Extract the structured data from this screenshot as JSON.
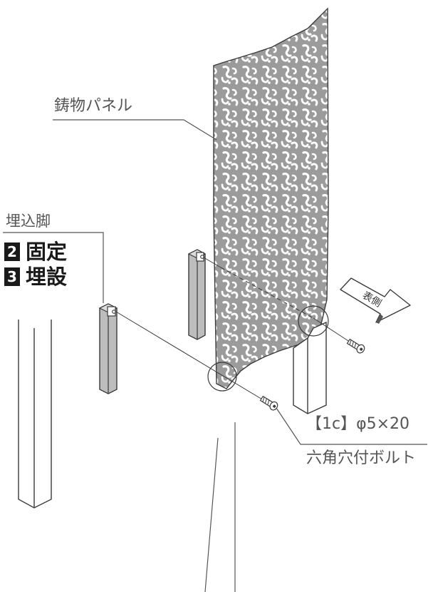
{
  "labels": {
    "panel": "鋳物パネル",
    "leg": "埋込脚",
    "bolt_spec": "【1c】φ5×20",
    "bolt_name": "六角穴付ボルト",
    "direction": "表側"
  },
  "steps": [
    {
      "number": "2",
      "text": "固定"
    },
    {
      "number": "3",
      "text": "埋設"
    }
  ],
  "colors": {
    "line": "#3a3a3a",
    "panel_fill": "#9b9b9b",
    "leg_fill": "#bdbdbd",
    "label_text": "#555555",
    "badge": "#1a1a1a"
  }
}
